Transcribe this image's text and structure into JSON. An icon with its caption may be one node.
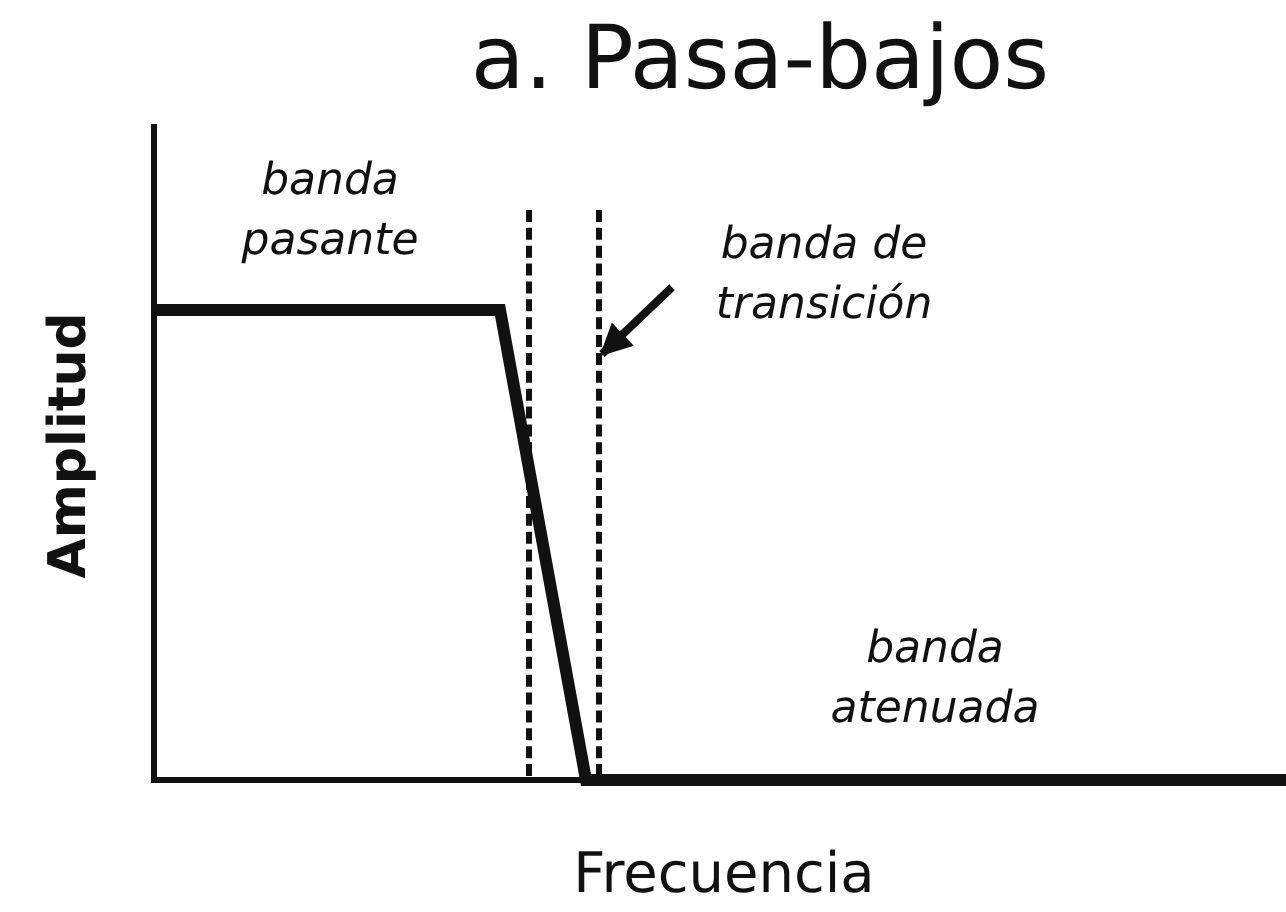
{
  "diagram": {
    "title": "a. Pasa-bajos",
    "nodes": [
      {
        "text": [
          "banda de transición"
        ]
      },
      {
        "text": [],
        "shape": "band"
      }
    ],
    "edges": [
      {
        "from": 0,
        "to": 1,
        "arrow": "to"
      }
    ],
    "labels": [
      "banda pasante",
      "Amplitud",
      "banda atenuada",
      "Frecuencia"
    ]
  }
}
